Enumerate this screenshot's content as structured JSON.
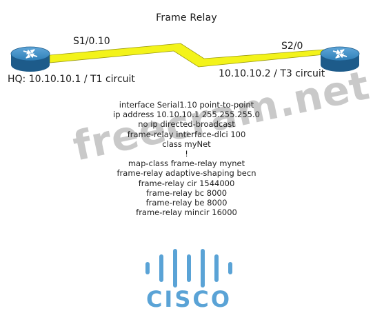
{
  "title": "Frame Relay",
  "routers": {
    "hq": {
      "interface": "S1/0.10",
      "label": "HQ: 10.10.10.1 / T1 circuit"
    },
    "remote": {
      "interface": "S2/0",
      "label": "10.10.10.2 / T3 circuit"
    }
  },
  "config_lines": [
    "interface Serial1.10 point-to-point",
    "ip address 10.10.10.1 255.255.255.0",
    "no ip directed-broadcast",
    "frame-relay interface-dlci 100",
    "class myNet",
    "!",
    "map-class frame-relay mynet",
    "frame-relay adaptive-shaping becn",
    "frame-relay cir 1544000",
    "frame-relay bc 8000",
    "frame-relay be 8000",
    "frame-relay mincir 16000"
  ],
  "watermark": "freecram.net",
  "logo_text": "CISCO",
  "colors": {
    "router_fill": "#2f7fb8",
    "router_dark": "#1d5b8a",
    "link_fill": "#f3f31a",
    "link_stroke": "#9a9a10",
    "logo": "#5aa3d6"
  },
  "icons": {
    "router": "router-icon",
    "link": "lightning-bolt-link",
    "logo": "cisco-logo"
  }
}
